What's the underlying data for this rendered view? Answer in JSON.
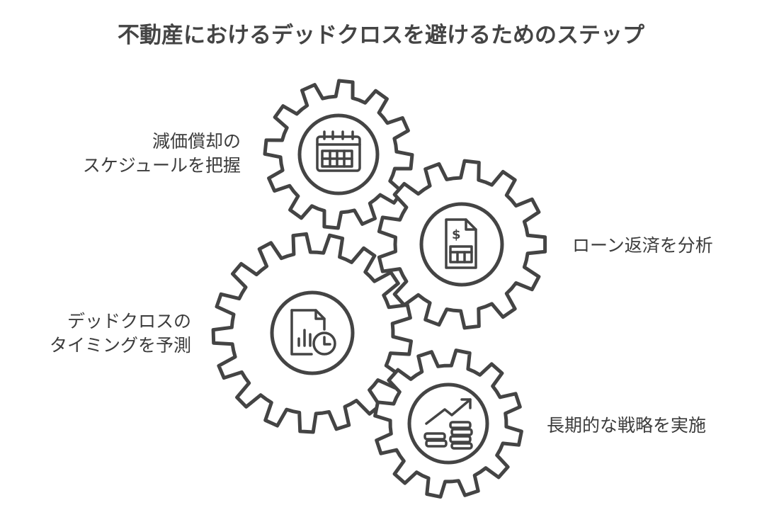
{
  "title": "不動産におけるデッドクロスを避けるためのステップ",
  "steps": [
    {
      "line1": "減価償却の",
      "line2": "スケジュールを把握",
      "icon": "calendar-icon"
    },
    {
      "line1": "ローン返済を分析",
      "icon": "invoice-dollar-icon"
    },
    {
      "line1": "デッドクロスの",
      "line2": "タイミングを予測",
      "icon": "chart-clock-icon"
    },
    {
      "line1": "長期的な戦略を実施",
      "icon": "growth-coins-icon"
    }
  ],
  "colors": {
    "stroke": "#444444",
    "text": "#3c3c3c"
  }
}
